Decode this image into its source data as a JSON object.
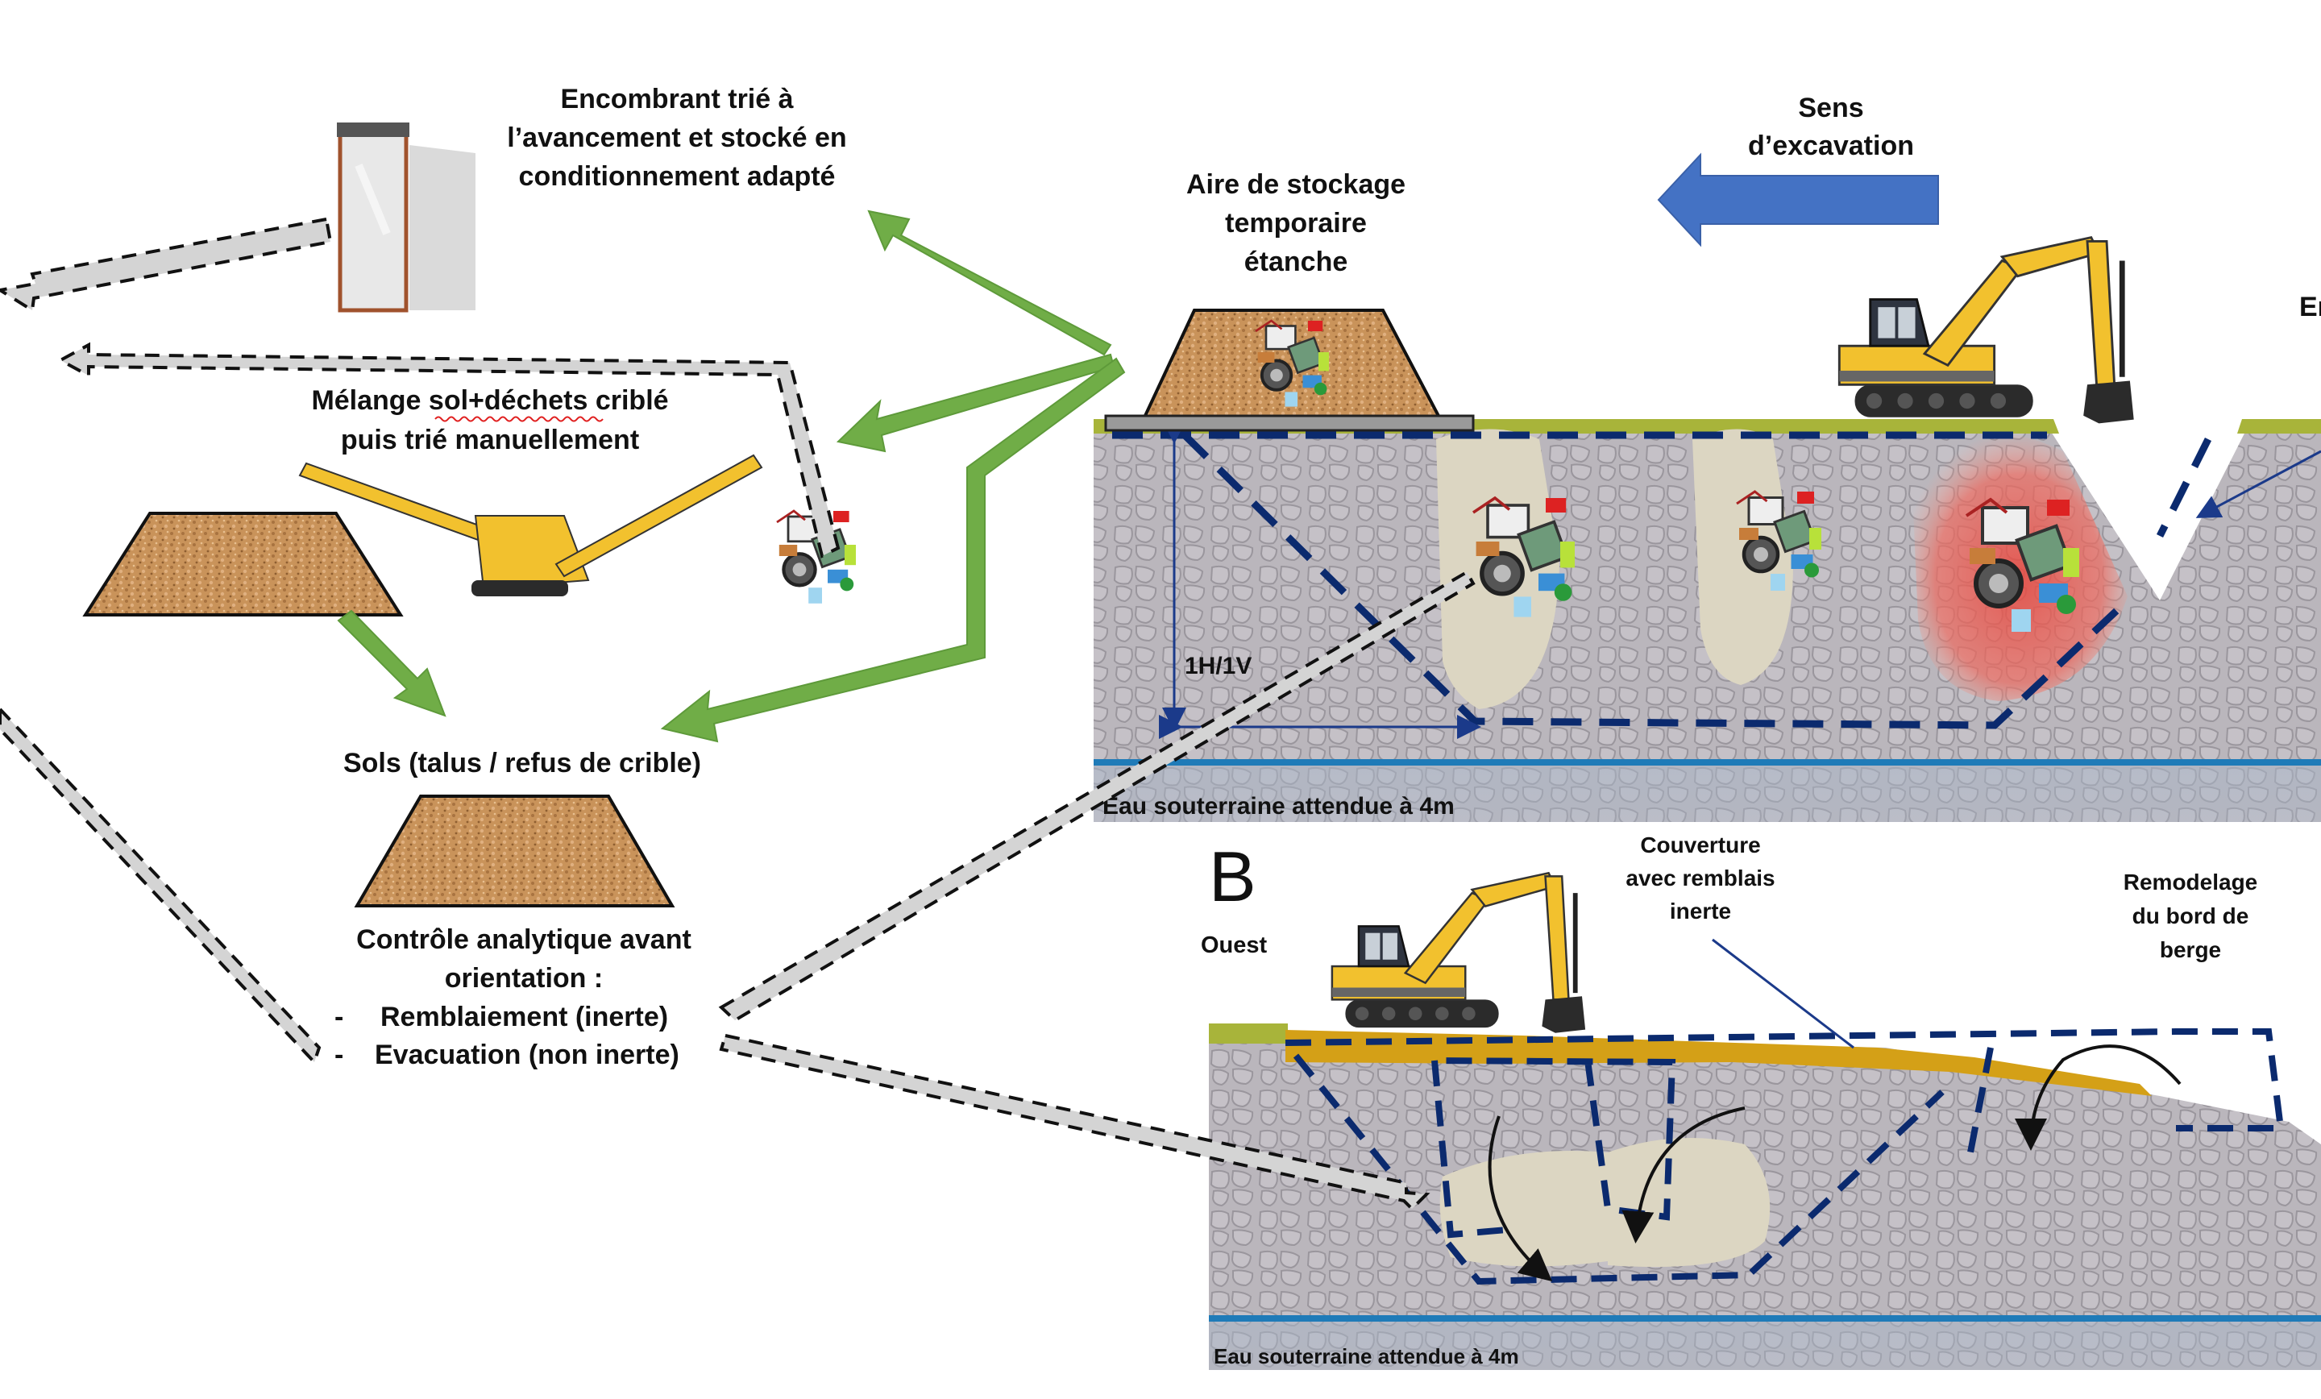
{
  "labels": {
    "encombrant": [
      "Encombrant trié à",
      "l’avancement et stocké en",
      "conditionnement adapté"
    ],
    "sens_excavation": [
      "Sens",
      "d’excavation"
    ],
    "aire_stockage": [
      "Aire de stockage",
      "temporaire",
      "étanche"
    ],
    "melange": [
      "Mélange sol+déchets criblé",
      "puis trié manuellement"
    ],
    "sols": "Sols (talus / refus de crible)",
    "controle": [
      "Contrôle analytique avant",
      "orientation :"
    ],
    "controle_items": [
      {
        "bullet": "-",
        "text": "Remblaiement (inerte)"
      },
      {
        "bullet": "-",
        "text": "Evacuation (non inerte)"
      }
    ],
    "slope_ratio": "1H/1V",
    "groundwater_a": "Eau souterraine attendue à 4m",
    "groundwater_b": "Eau souterraine attendue à 4m",
    "section_b_letter": "B",
    "ouest": "Ouest",
    "couverture": [
      "Couverture",
      "avec remblais",
      "inerte"
    ],
    "remodelage": [
      "Remodelage",
      "du bord de",
      "berge"
    ],
    "cut_right": "En"
  },
  "colors": {
    "green_arrow": "#70AD47",
    "blue_arrow": "#4472C4",
    "dash_blue": "#0B2A6E",
    "water_line": "#1F7BB8",
    "soil_gray": "#B9B5BA",
    "grass": "#A8B43A",
    "cover_fill": "#D4A017",
    "sand": "#C9935A",
    "pocket": "#DCD6C2",
    "contam_red": "#E8453C",
    "excavator_yellow": "#F2C12E",
    "gray_arrow": "#D4D4D4"
  }
}
